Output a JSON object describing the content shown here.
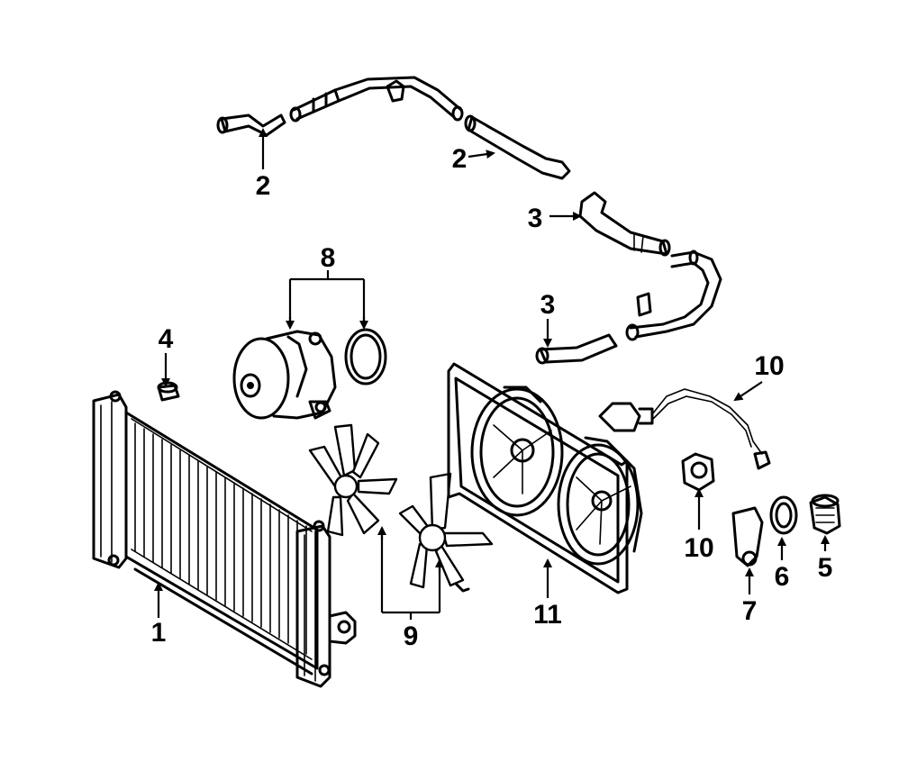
{
  "diagram": {
    "callouts": [
      {
        "id": "c1",
        "label": "1"
      },
      {
        "id": "c2a",
        "label": "2"
      },
      {
        "id": "c2b",
        "label": "2"
      },
      {
        "id": "c3a",
        "label": "3"
      },
      {
        "id": "c3b",
        "label": "3"
      },
      {
        "id": "c4",
        "label": "4"
      },
      {
        "id": "c5",
        "label": "5"
      },
      {
        "id": "c6",
        "label": "6"
      },
      {
        "id": "c7",
        "label": "7"
      },
      {
        "id": "c8",
        "label": "8"
      },
      {
        "id": "c9",
        "label": "9"
      },
      {
        "id": "c10a",
        "label": "10"
      },
      {
        "id": "c10b",
        "label": "10"
      },
      {
        "id": "c11",
        "label": "11"
      }
    ]
  }
}
